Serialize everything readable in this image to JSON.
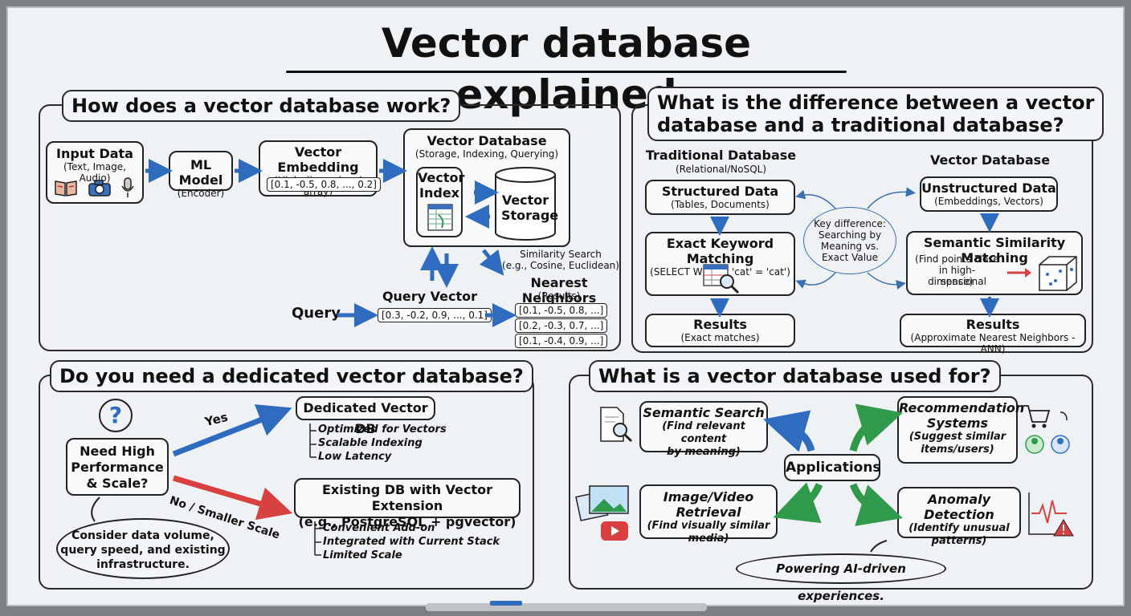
{
  "title": "Vector database explained",
  "q1": {
    "title": "How does a vector database work?",
    "input": {
      "title": "Input Data",
      "sub": "(Text, Image, Audio)"
    },
    "model": {
      "title": "ML Model",
      "sub": "(Encoder)"
    },
    "embedding": {
      "title": "Vector Embedding",
      "sub": "(High-dimensional array)",
      "vector": "[0.1, -0.5, 0.8, ..., 0.2]"
    },
    "db": {
      "title": "Vector Database",
      "sub": "(Storage, Indexing, Querying)",
      "index": "Vector Index",
      "storage": "Vector Storage"
    },
    "similarity": {
      "line1": "Similarity Search",
      "line2": "(e.g., Cosine, Euclidean)"
    },
    "neighbors": {
      "title": "Nearest Neighbors",
      "sub": "(Results)",
      "results": [
        "[0.1, -0.5, 0.8, ...]",
        "[0.2, -0.3, 0.7, ...]",
        "[0.1, -0.4, 0.9, ...]"
      ]
    },
    "query_vector": {
      "title": "Query Vector",
      "vector": "[0.3, -0.2, 0.9, ..., 0.1]"
    },
    "query": "Query"
  },
  "q2": {
    "title_line1": "What is the difference between a vector",
    "title_line2": "database and a traditional database?",
    "trad": {
      "title": "Traditional Database",
      "sub": "(Relational/NoSQL)",
      "structured": {
        "title": "Structured Data",
        "sub": "(Tables, Documents)"
      },
      "keyword": {
        "title": "Exact Keyword Matching",
        "sub": "(SELECT WHERE 'cat' = 'cat')"
      },
      "results": {
        "title": "Results",
        "sub": "(Exact matches)"
      }
    },
    "key": {
      "line1": "Key difference:",
      "line2": "Searching by",
      "line3": "Meaning vs.",
      "line4": "Exact Value"
    },
    "vdb": {
      "title": "Vector Database",
      "unstructured": {
        "title": "Unstructured Data",
        "sub": "(Embeddings, Vectors)"
      },
      "semantic": {
        "title": "Semantic Similarity Matching",
        "line1": "(Find points close",
        "line2": "in high-dimensional",
        "line3": "space)"
      },
      "results": {
        "title": "Results",
        "sub": "(Approximate Nearest Neighbors - ANN)"
      }
    }
  },
  "q3": {
    "title": "Do you need a dedicated vector database?",
    "question": {
      "line1": "Need High",
      "line2": "Performance",
      "line3": "& Scale?"
    },
    "yes": "Yes",
    "no": "No / Smaller Scale",
    "dedicated": {
      "title": "Dedicated Vector DB",
      "items": [
        "Optimized for Vectors",
        "Scalable Indexing",
        "Low Latency"
      ]
    },
    "existing": {
      "title": "Existing DB with Vector Extension",
      "sub": "(e.g., PostgreSQL + pgvector)",
      "items": [
        "Convenient Add-on",
        "Integrated with Current Stack",
        "Limited Scale"
      ]
    },
    "bubble": {
      "line1": "Consider data volume,",
      "line2": "query speed, and existing",
      "line3": "infrastructure."
    }
  },
  "q4": {
    "title": "What is a vector database used for?",
    "center": "Applications",
    "semantic": {
      "title": "Semantic Search",
      "line1": "(Find relevant content",
      "line2": "by meaning)"
    },
    "recommend": {
      "line1": "Recommendation",
      "line2": "Systems",
      "line3": "(Suggest similar",
      "line4": "items/users)"
    },
    "image": {
      "title": "Image/Video Retrieval",
      "line1": "(Find visually similar",
      "line2": "media)"
    },
    "anomaly": {
      "title": "Anomaly Detection",
      "line1": "(Identify unusual",
      "line2": "patterns)"
    },
    "bubble": "Powering AI-driven experiences."
  },
  "colors": {
    "blue": "#2f6cc0",
    "green": "#2f9a4a",
    "red": "#d94040"
  }
}
